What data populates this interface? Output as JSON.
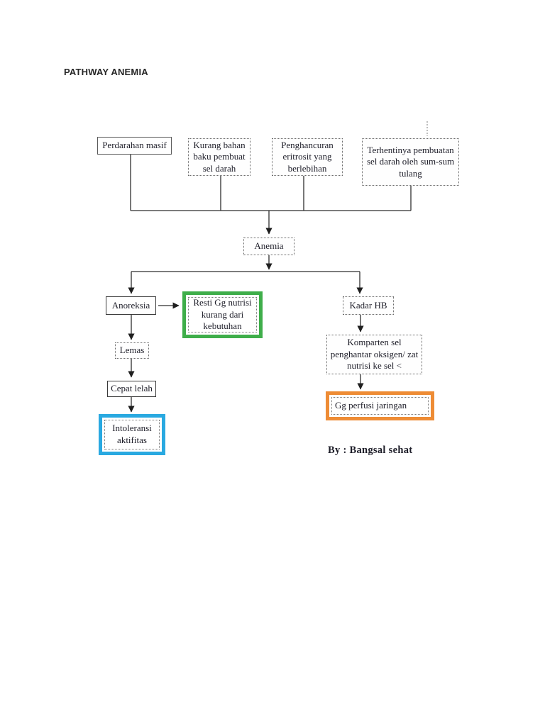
{
  "page": {
    "title": "PATHWAY ANEMIA",
    "byline": "By : Bangsal sehat"
  },
  "colors": {
    "green": "#3fae4a",
    "blue": "#29a9e1",
    "orange": "#ee8c35"
  },
  "nodes": {
    "perdarahan": {
      "label": "Perdarahan masif"
    },
    "kurang_bahan": {
      "label": "Kurang bahan baku pembuat sel darah"
    },
    "penghancuran": {
      "label": "Penghancuran eritrosit yang berlebihan"
    },
    "terhentinya": {
      "label": "Terhentinya pembuatan sel darah oleh sum-sum tulang"
    },
    "anemia": {
      "label": "Anemia"
    },
    "anoreksia": {
      "label": "Anoreksia"
    },
    "resti_gg": {
      "label": "Resti Gg nutrisi kurang dari kebutuhan",
      "highlight": "green"
    },
    "kadar_hb": {
      "label": "Kadar HB"
    },
    "lemas": {
      "label": "Lemas"
    },
    "cepat_lelah": {
      "label": "Cepat lelah"
    },
    "intoleransi": {
      "label": "Intoleransi aktifitas",
      "highlight": "blue"
    },
    "komparten": {
      "label": "Komparten sel penghantar oksigen/ zat nutrisi ke sel <"
    },
    "gg_perfusi": {
      "label": "Gg perfusi jaringan",
      "highlight": "orange"
    }
  }
}
